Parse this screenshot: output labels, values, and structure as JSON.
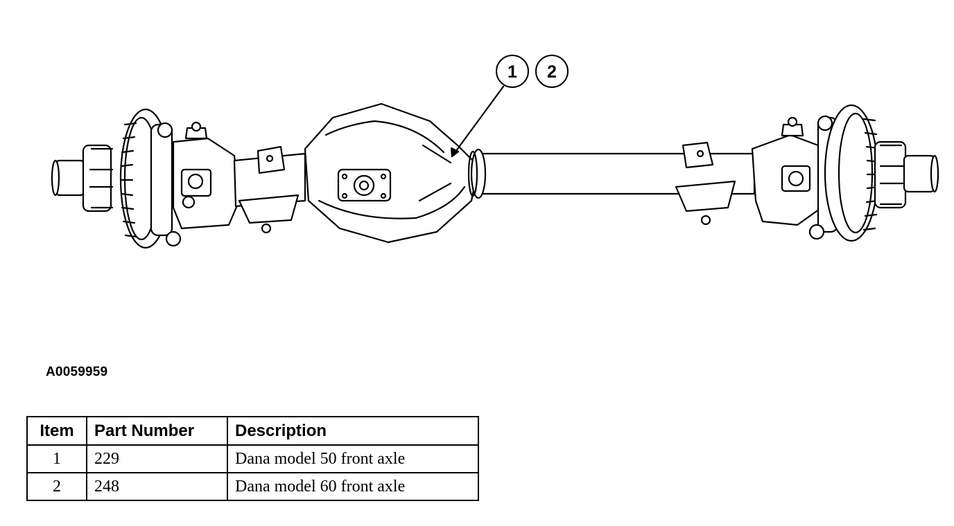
{
  "diagram": {
    "callouts": [
      "1",
      "2"
    ],
    "figure_id": "A0059959"
  },
  "table": {
    "headers": {
      "item": "Item",
      "part_number": "Part Number",
      "description": "Description"
    },
    "rows": [
      {
        "item": "1",
        "part_number": "229",
        "description": "Dana model 50 front axle"
      },
      {
        "item": "2",
        "part_number": "248",
        "description": "Dana model 60 front axle"
      }
    ]
  }
}
